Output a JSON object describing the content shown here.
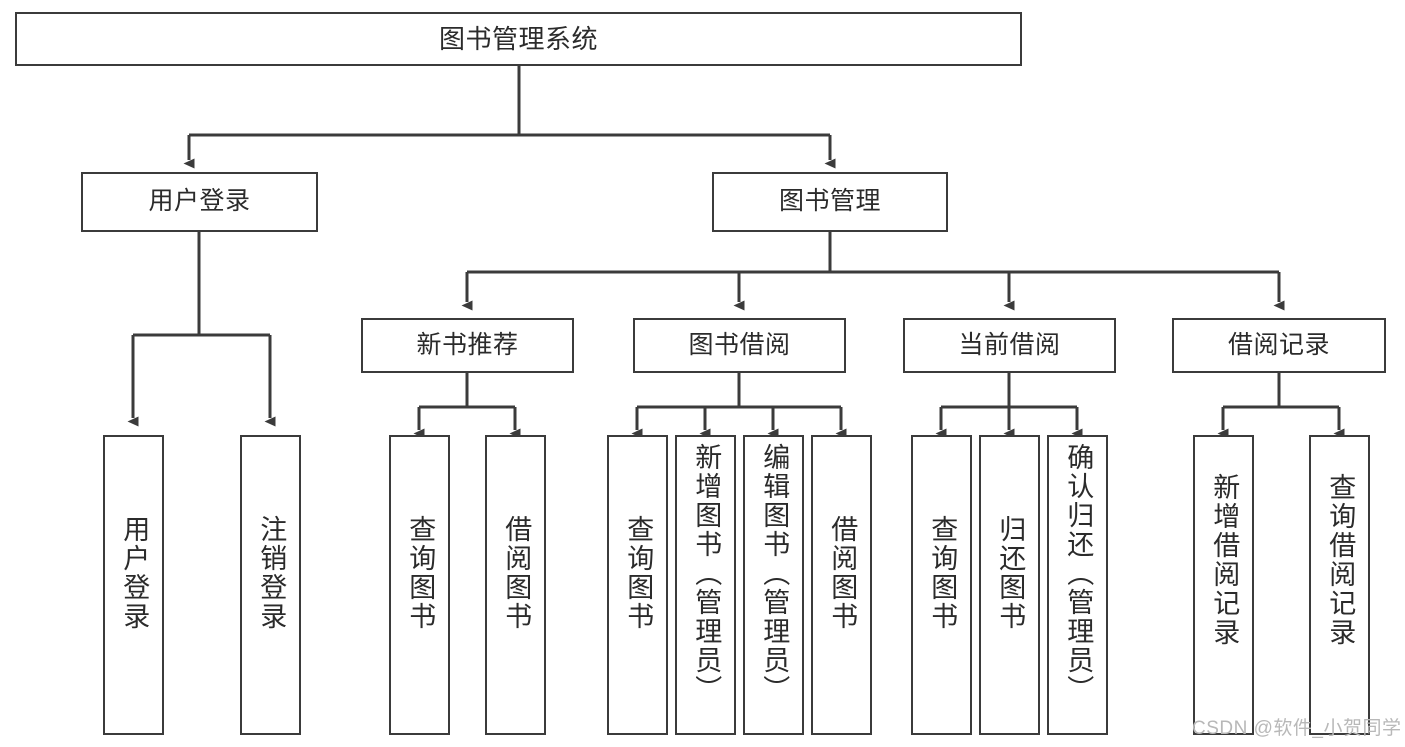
{
  "diagram": {
    "title": "图书管理系统",
    "background_color": "#ffffff",
    "line_color": "#3b3b3b",
    "text_color": "#2b2b2b",
    "root": {
      "label": "图书管理系统"
    },
    "level2": [
      {
        "label": "用户登录"
      },
      {
        "label": "图书管理"
      }
    ],
    "level3": [
      {
        "label": "新书推荐"
      },
      {
        "label": "图书借阅"
      },
      {
        "label": "当前借阅"
      },
      {
        "label": "借阅记录"
      }
    ],
    "leaves": {
      "user_login": [
        {
          "label": "用户登录"
        },
        {
          "label": "注销登录"
        }
      ],
      "new_book_recommend": [
        {
          "label": "查询图书"
        },
        {
          "label": "借阅图书"
        }
      ],
      "book_borrow": [
        {
          "label": "查询图书"
        },
        {
          "label": "新增图书（管理员）"
        },
        {
          "label": "编辑图书（管理员）"
        },
        {
          "label": "借阅图书"
        }
      ],
      "current_borrow": [
        {
          "label": "查询图书"
        },
        {
          "label": "归还图书"
        },
        {
          "label": "确认归还（管理员）"
        }
      ],
      "borrow_record": [
        {
          "label": "新增借阅记录"
        },
        {
          "label": "查询借阅记录"
        }
      ]
    }
  },
  "watermark": {
    "text": "CSDN @软件_小贺同学"
  }
}
